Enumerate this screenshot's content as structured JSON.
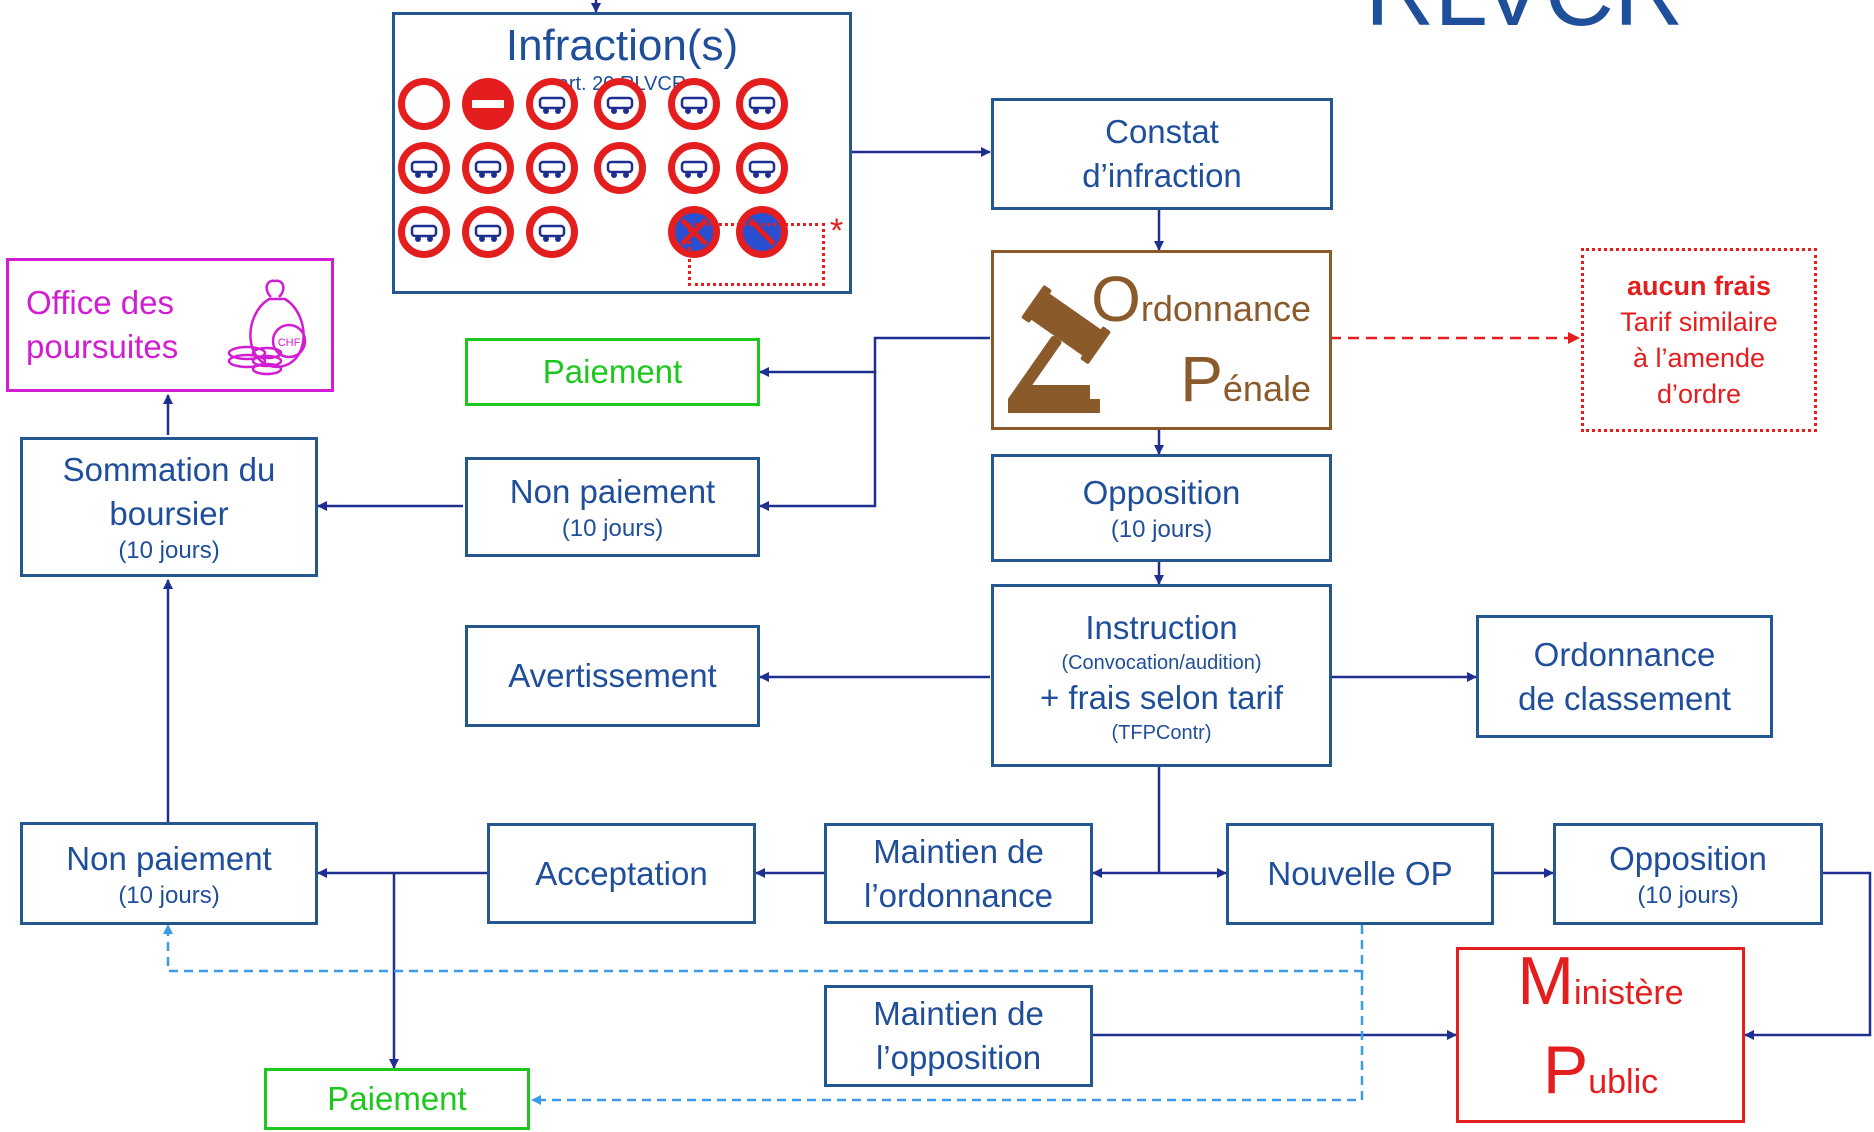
{
  "corner_title": "RLVCR",
  "infraction": {
    "title": "Infraction(s)",
    "subtitle": "art. 20 RLVCR",
    "asterisk": "*"
  },
  "signs": [
    "no-vehicles",
    "no-entry",
    "no-cars",
    "no-motorcycles",
    "no-bicycles",
    "no-mopeds",
    "no-trucks",
    "no-buses",
    "no-horses",
    "no-motor-vehicles",
    "no-cycles-and-mopeds",
    "no-pedestrians",
    "no-sledges",
    "no-skiers",
    "no-inline-skates",
    "no-stopping",
    "no-parking"
  ],
  "constat": {
    "line1": "Constat",
    "line2": "d’infraction"
  },
  "ordonnance_penale": {
    "o_big": "O",
    "o_rest": "rdonnance",
    "p_big": "P",
    "p_rest": "énale"
  },
  "aucun_frais": {
    "bold": "aucun frais",
    "line1": "Tarif similaire",
    "line2": "à l’amende",
    "line3": "d’ordre"
  },
  "office": {
    "line1": "Office des",
    "line2": "poursuites",
    "coin_label": "CHF"
  },
  "paiement_top": "Paiement",
  "non_paiement_top": {
    "label": "Non paiement",
    "delay": "(10 jours)"
  },
  "sommation": {
    "line1": "Sommation du",
    "line2": "boursier",
    "delay": "(10 jours)"
  },
  "opposition_top": {
    "label": "Opposition",
    "delay": "(10 jours)"
  },
  "instruction": {
    "label": "Instruction",
    "detail": "(Convocation/audition)",
    "frais": "+ frais selon tarif",
    "tarif": "(TFPContr)"
  },
  "avertissement": "Avertissement",
  "classement": {
    "line1": "Ordonnance",
    "line2": "de classement"
  },
  "non_paiement_bottom": {
    "label": "Non paiement",
    "delay": "(10 jours)"
  },
  "acceptation": "Acceptation",
  "maintien_ordonnance": {
    "line1": "Maintien de",
    "line2": "l’ordonnance"
  },
  "nouvelle_op": "Nouvelle OP",
  "opposition_bottom": {
    "label": "Opposition",
    "delay": "(10 jours)"
  },
  "maintien_opposition": {
    "line1": "Maintien de",
    "line2": "l’opposition"
  },
  "ministere": {
    "m_big": "M",
    "m_rest": "inistère",
    "p_big": "P",
    "p_rest": "ublic"
  },
  "paiement_bottom": "Paiement",
  "colors": {
    "box_border": "#24568f",
    "text_blue": "#1f4e9a",
    "arrow": "#1e2f8f",
    "green": "#1ec71e",
    "magenta": "#d21ed2",
    "red": "#e41e1e",
    "brown": "#8a5a2b",
    "dashed_blue": "#3d9be9"
  }
}
